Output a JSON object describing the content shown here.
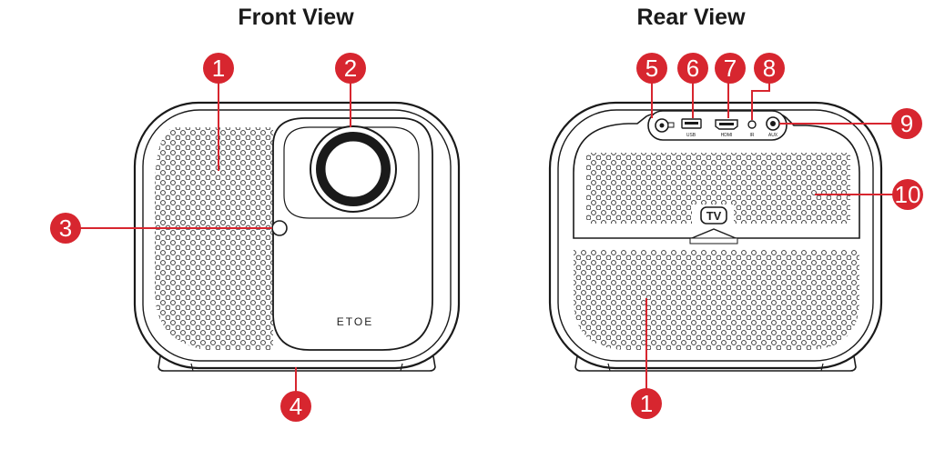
{
  "titles": {
    "front": "Front View",
    "rear": "Rear View"
  },
  "front": {
    "brand_label": "ETOE"
  },
  "rear": {
    "tv_label": "TV",
    "port_labels": {
      "usb": "USB",
      "hdmi": "HDMI",
      "ir": "IR",
      "aux": "AUX"
    }
  },
  "callouts": {
    "front_1": "1",
    "front_2": "2",
    "front_3": "3",
    "front_4": "4",
    "rear_5": "5",
    "rear_6": "6",
    "rear_7": "7",
    "rear_8": "8",
    "rear_9": "9",
    "rear_10": "10",
    "rear_1": "1"
  },
  "colors": {
    "callout": "#d7262f",
    "outline": "#1a1a1a"
  }
}
